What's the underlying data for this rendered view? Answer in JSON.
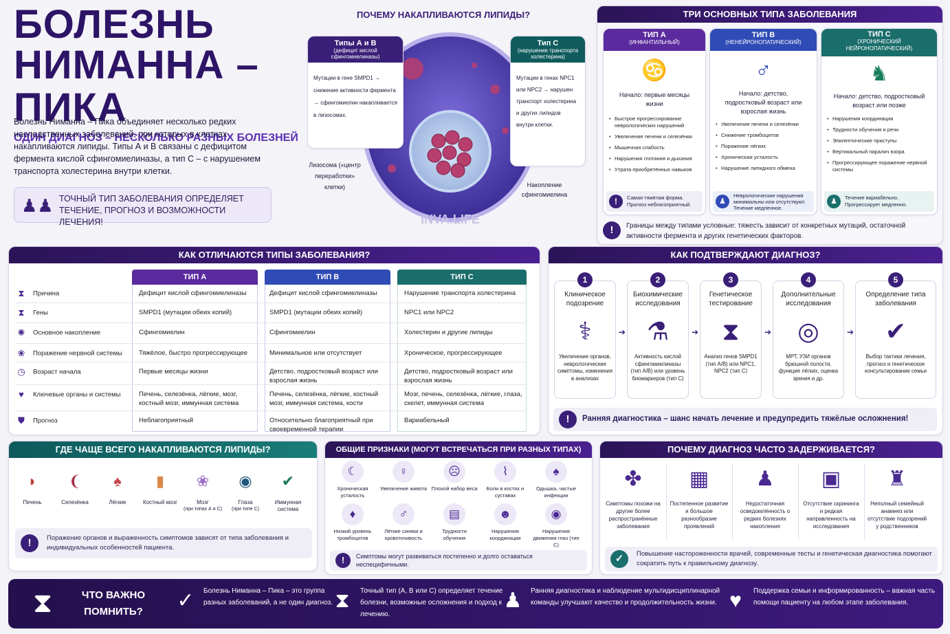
{
  "title": {
    "line1": "БОЛЕЗНЬ",
    "line2": "НИМАННА – ПИКА",
    "subtitle": "ОДИН ДИАГНОЗ – НЕСКОЛЬКО РАЗНЫХ БОЛЕЗНЕЙ"
  },
  "intro": "Болезнь Ниманна – Пика объединяет несколько редких наследственных заболеваний, при которых в клетках накапливаются липиды. Типы А и В связаны с дефицитом фермента кислой сфингомиелиназы, а тип С – с нарушением транспорта холестерина внутри клетки.",
  "intro_callout": "ТОЧНЫЙ ТИП ЗАБОЛЕВАНИЯ ОПРЕДЕЛЯЕТ ТЕЧЕНИЕ, ПРОГНОЗ И ВОЗМОЖНОСТИ ЛЕЧЕНИЯ!",
  "cell": {
    "title": "ПОЧЕМУ НАКАПЛИВАЮТСЯ ЛИПИДЫ?",
    "left_label": "Типы А и В",
    "left_sub": "(дефицит кислой сфингомиелиназы)",
    "left_text": "Мутации в гене SMPD1 → снижение активности фермента → сфингомиелин накапливается в лизосомах.",
    "right_label": "Тип С",
    "right_sub": "(нарушение транспорта холестерина)",
    "right_text": "Мутации в генах NPC1 или NPC2 → нарушен транспорт холестерина и других липидов внутри клетки.",
    "lysosome": "Лизосома («центр переработки» клетки)",
    "accum": "Накопление сфингомиелина",
    "watermark": "INVA.LIFE"
  },
  "three_types": {
    "title": "ТРИ ОСНОВНЫХ ТИПА ЗАБОЛЕВАНИЯ",
    "types": [
      {
        "name": "ТИП А",
        "sub": "(ИНФАНТИЛЬНЫЙ)",
        "onset": "Начало: первые месяцы жизни",
        "items": [
          "Быстрое прогрессирование неврологических нарушений",
          "Увеличение печени и селезёнки",
          "Мышечная слабость",
          "Нарушения глотания и дыхания",
          "Утрата приобретённых навыков"
        ],
        "foot": "Самая тяжёлая форма. Прогноз неблагоприятный."
      },
      {
        "name": "ТИП В",
        "sub": "(НЕНЕЙРОНОПАТИЧЕСКИЙ)",
        "onset": "Начало: детство, подростковый возраст или взрослая жизнь",
        "items": [
          "Увеличение печени и селезёнки",
          "Снижение тромбоцитов",
          "Поражение лёгких",
          "Хроническая усталость",
          "Нарушение липидного обмена"
        ],
        "foot": "Неврологические нарушения минимальны или отсутствуют. Течение медленное."
      },
      {
        "name": "ТИП С",
        "sub": "(ХРОНИЧЕСКИЙ НЕЙРОНОПАТИЧЕСКИЙ)",
        "onset": "Начало: детство, подростковый возраст или позже",
        "items": [
          "Нарушения координации",
          "Трудности обучения и речи",
          "Эпилептические приступы",
          "Вертикальный паралич взора",
          "Прогрессирующее поражение нервной системы"
        ],
        "foot": "Течение вариабельно. Прогрессирует медленно."
      }
    ],
    "note": "Границы между типами условные: тяжесть зависит от конкретных мутаций, остаточной активности фермента и других генетических факторов."
  },
  "compare": {
    "title": "КАК ОТЛИЧАЮТСЯ ТИПЫ ЗАБОЛЕВАНИЯ?",
    "cols": [
      "ТИП А",
      "ТИП В",
      "ТИП С"
    ],
    "rows": [
      {
        "label": "Причина",
        "icon": "dna-icon",
        "glyph": "⧗",
        "a": "Дефицит кислой сфингомиелиназы",
        "b": "Дефицит кислой сфингомиелиназы",
        "c": "Нарушение транспорта холестерина"
      },
      {
        "label": "Гены",
        "icon": "gene-icon",
        "glyph": "⧗",
        "a": "SMPD1 (мутации обеих копий)",
        "b": "SMPD1 (мутации обеих копий)",
        "c": "NPC1 или NPC2"
      },
      {
        "label": "Основное накопление",
        "icon": "cell-icon",
        "glyph": "✺",
        "a": "Сфингомиелин",
        "b": "Сфингомиелин",
        "c": "Холестерин и другие липиды"
      },
      {
        "label": "Поражение нервной системы",
        "icon": "brain-icon",
        "glyph": "❀",
        "a": "Тяжёлое, быстро прогрессирующее",
        "b": "Минимальное или отсутствует",
        "c": "Хроническое, прогрессирующее"
      },
      {
        "label": "Возраст начала",
        "icon": "clock-icon",
        "glyph": "◷",
        "a": "Первые месяцы жизни",
        "b": "Детство, подростковый возраст или взрослая жизнь",
        "c": "Детство, подростковый возраст или взрослая жизнь"
      },
      {
        "label": "Ключевые органы и системы",
        "icon": "organs-icon",
        "glyph": "♥",
        "a": "Печень, селезёнка, лёгкие, мозг, костный мозг, иммунная система",
        "b": "Печень, селезёнка, лёгкие, костный мозг, иммунная система, кости",
        "c": "Мозг, печень, селезёнка, лёгкие, глаза, скелет, иммунная система"
      },
      {
        "label": "Прогноз",
        "icon": "shield-icon",
        "glyph": "⛊",
        "a": "Неблагоприятный",
        "b": "Относительно благоприятный при своевременной терапии",
        "c": "Вариабельный"
      }
    ]
  },
  "diagnosis": {
    "title": "КАК ПОДТВЕРЖДАЮТ ДИАГНОЗ?",
    "steps": [
      {
        "n": "1",
        "t": "Клиническое подозрение",
        "d": "Увеличение органов, неврологические симптомы, изменения в анализах",
        "icon": "stethoscope-icon",
        "glyph": "⚕"
      },
      {
        "n": "2",
        "t": "Биохимические исследования",
        "d": "Активность кислой сфингомиелиназы (тип А/В) или уровень биомаркеров (тип С)",
        "icon": "test-tube-icon",
        "glyph": "⚗"
      },
      {
        "n": "3",
        "t": "Генетическое тестирование",
        "d": "Анализ генов SMPD1 (тип А/В) или NPC1, NPC2 (тип С)",
        "icon": "dna-icon",
        "glyph": "⧗"
      },
      {
        "n": "4",
        "t": "Дополнительные исследования",
        "d": "МРТ, УЗИ органов брюшной полости, функция лёгких, оценка зрения и др.",
        "icon": "mri-icon",
        "glyph": "◎"
      },
      {
        "n": "5",
        "t": "Определение типа заболевания",
        "d": "Выбор тактики лечения, прогноз и генетическое консультирование семьи",
        "icon": "shield-check-icon",
        "glyph": "✔"
      }
    ],
    "note": "Ранняя диагностика – шанс начать лечение и предупредить тяжёлые осложнения!"
  },
  "organs": {
    "title": "ГДЕ ЧАЩЕ ВСЕГО НАКАПЛИВАЮТСЯ ЛИПИДЫ?",
    "items": [
      {
        "name": "Печень",
        "sub": "",
        "icon": "liver-icon",
        "glyph": "◗",
        "color": "#b9443a"
      },
      {
        "name": "Селезёнка",
        "sub": "",
        "icon": "spleen-icon",
        "glyph": "❨",
        "color": "#a8324a"
      },
      {
        "name": "Лёгкие",
        "sub": "",
        "icon": "lungs-icon",
        "glyph": "♠",
        "color": "#c4484f"
      },
      {
        "name": "Костный мозг",
        "sub": "",
        "icon": "bone-icon",
        "glyph": "▮",
        "color": "#d9884a"
      },
      {
        "name": "Мозг",
        "sub": "(при типах А и С)",
        "icon": "brain-icon",
        "glyph": "❀",
        "color": "#9a6fc4"
      },
      {
        "name": "Глаза",
        "sub": "(при типе С)",
        "icon": "eye-icon",
        "glyph": "◉",
        "color": "#23587d"
      },
      {
        "name": "Иммунная система",
        "sub": "",
        "icon": "shield-icon",
        "glyph": "✔",
        "color": "#1d7a5c"
      }
    ],
    "note": "Поражение органов и выраженность симптомов зависят от типа заболевания и индивидуальных особенностей пациента."
  },
  "symptoms": {
    "title": "ОБЩИЕ ПРИЗНАКИ (МОГУТ ВСТРЕЧАТЬСЯ ПРИ РАЗНЫХ ТИПАХ)",
    "items": [
      {
        "t": "Хроническая усталость",
        "icon": "moon-icon",
        "glyph": "☾"
      },
      {
        "t": "Увеличение живота",
        "icon": "body-icon",
        "glyph": "♀"
      },
      {
        "t": "Плохой набор веса",
        "icon": "sad-face-icon",
        "glyph": "☹"
      },
      {
        "t": "Боли в костях и суставах",
        "icon": "bone-icon",
        "glyph": "⌇"
      },
      {
        "t": "Одышка, частые инфекции",
        "icon": "lungs-icon",
        "glyph": "♠"
      },
      {
        "t": "Низкий уровень тромбоцитов",
        "icon": "blood-drop-icon",
        "glyph": "♦"
      },
      {
        "t": "Лёгкие синяки и кровоточивость",
        "icon": "person-icon",
        "glyph": "♂"
      },
      {
        "t": "Трудности обучения",
        "icon": "book-icon",
        "glyph": "▤"
      },
      {
        "t": "Нарушения координации",
        "icon": "head-icon",
        "glyph": "☻"
      },
      {
        "t": "Нарушения движения глаз (тип С)",
        "icon": "eye-icon",
        "glyph": "◉"
      }
    ],
    "note": "Симптомы могут развиваться постепенно и долго оставаться неспецифичными."
  },
  "delay": {
    "title": "ПОЧЕМУ ДИАГНОЗ ЧАСТО ЗАДЕРЖИВАЕТСЯ?",
    "items": [
      {
        "t": "Симптомы похожи на другие более распространённые заболевания",
        "icon": "puzzle-icon",
        "glyph": "✤"
      },
      {
        "t": "Постепенное развитие и большое разнообразие проявлений",
        "icon": "calendar-icon",
        "glyph": "▦"
      },
      {
        "t": "Недостаточная осведомлённость о редких болезнях накопления",
        "icon": "doctor-icon",
        "glyph": "♟"
      },
      {
        "t": "Отсутствие скрининга и редкая направленность на исследования",
        "icon": "clipboard-icon",
        "glyph": "▣"
      },
      {
        "t": "Неполный семейный анамнез или отсутствие подозрений у родственников",
        "icon": "family-icon",
        "glyph": "♜"
      }
    ],
    "note": "Повышение настороженности врачей, современные тесты и генетическая диагностика помогают сократить путь к правильному диагнозу."
  },
  "bottom": {
    "title": "ЧТО ВАЖНО ПОМНИТЬ?",
    "items": [
      {
        "t": "Болезнь Ниманна – Пика – это группа разных заболеваний, а не один диагноз.",
        "icon": "check-circle-icon",
        "glyph": "✓"
      },
      {
        "t": "Точный тип (А, В или С) определяет течение болезни, возможные осложнения и подход к лечению.",
        "icon": "dna-icon",
        "glyph": "⧗"
      },
      {
        "t": "Ранняя диагностика и наблюдение мультидисциплинарной команды улучшают качество и продолжительность жизни.",
        "icon": "team-icon",
        "glyph": "♟"
      },
      {
        "t": "Поддержка семьи и информированность – важная часть помощи пациенту на любом этапе заболевания.",
        "icon": "heart-hands-icon",
        "glyph": "♥"
      }
    ]
  }
}
